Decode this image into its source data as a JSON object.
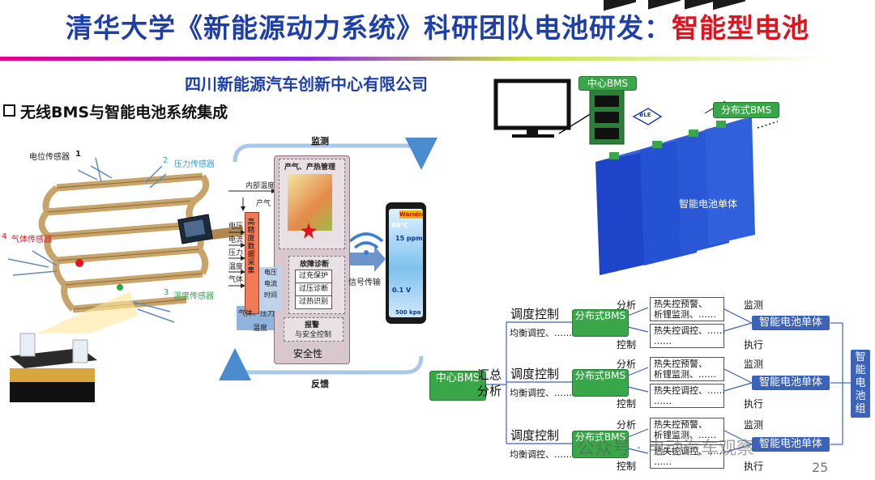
{
  "slide": {
    "title_part1": "清华大学《新能源动力系统》科研团队电池研发：",
    "title_part2": "智能型电池",
    "company": "四川新能源汽车创新中心有限公司",
    "section": "无线BMS与智能电池系统集成",
    "page_number": "25",
    "watermark": "公众号 · 电动汽车观察"
  },
  "sensor_panel": {
    "potential_sensor": "电位传感器",
    "pressure_sensor": "压力传感器",
    "gas_sensor": "气体传感器",
    "temperature_sensor": "温度传感器",
    "num_1": "1",
    "num_2": "2",
    "num_3": "3",
    "num_4": "4"
  },
  "process_panel": {
    "monitor": "监测",
    "feedback": "反馈",
    "collector": "高精度数据采集",
    "inputs": [
      "电压",
      "电流",
      "压力",
      "温度",
      "气体"
    ],
    "gas_pressure": "气体、压力",
    "temperature": "温度",
    "internal_temp": "内部温度",
    "gas_out": "产气",
    "heat_mgmt": "产气、产热管理",
    "fault_diag": "故障诊断",
    "overcharge": "过充保护",
    "overvoltage": "过压诊断",
    "thermal_id": "过热识别",
    "alarm": "报警",
    "safety_control": "与安全控制",
    "safety": "安全性",
    "mini_labels": [
      "电压",
      "电流",
      "时间"
    ],
    "signal": "信号传输"
  },
  "phone": {
    "warning": "Warning",
    "temp": "80°C",
    "ppm": "15 ppm",
    "volt": "0.1 V",
    "kpa": "500 kpa"
  },
  "top_right": {
    "central_bms": "中心BMS",
    "distributed_bms": "分布式BMS",
    "ble": "BLE",
    "cell_unit": "智能电池单体"
  },
  "flow": {
    "central_bms": "中心BMS",
    "summary": "汇总",
    "analysis": "分析",
    "groups": [
      {
        "dispatch": "调度控制",
        "balance": "均衡调控、……",
        "analysis": "分析",
        "control": "控制",
        "bms": "分布式BMS",
        "warn1": "热失控预警、",
        "warn2": "析锂监测、……",
        "action": "热失控调控、……",
        "dots": "……",
        "monitor": "监测",
        "execute": "执行",
        "cell": "智能电池单体"
      },
      {
        "dispatch": "调度控制",
        "balance": "均衡调控、……",
        "analysis": "分析",
        "control": "控制",
        "bms": "分布式BMS",
        "warn1": "热失控预警、",
        "warn2": "析锂监测、……",
        "action": "热失控调控、……",
        "dots": "……",
        "monitor": "监测",
        "execute": "执行",
        "cell": "智能电池单体"
      },
      {
        "dispatch": "调度控制",
        "balance": "均衡调控、……",
        "analysis": "分析",
        "control": "控制",
        "bms": "分布式BMS",
        "warn1": "热失控预警、",
        "warn2": "析锂监测、……",
        "action": "热失控调控、……",
        "dots": "……",
        "monitor": "监测",
        "execute": "执行",
        "cell": "智能电池单体"
      }
    ],
    "pack": "智能电池组"
  },
  "colors": {
    "title_blue": "#1f3fa8",
    "title_red": "#e0141e",
    "green": "#3aa64a",
    "cell_blue": "#3d63b8"
  }
}
